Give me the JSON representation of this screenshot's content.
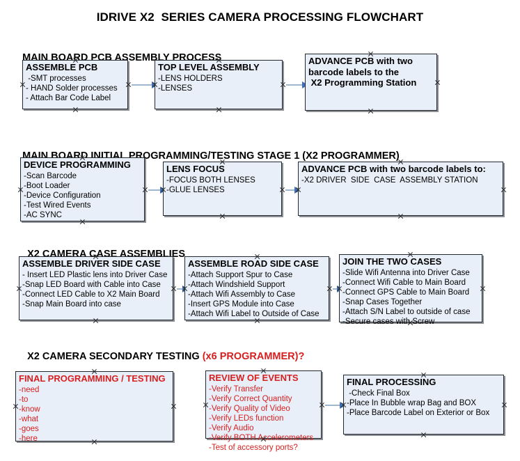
{
  "document": {
    "title": "IDRIVE X2  SERIES CAMERA PROCESSING FLOWCHART"
  },
  "colors": {
    "box_fill": "#e9eff8",
    "box_border": "#23272e",
    "accent_red": "#d62020",
    "connector_line": "#9fb7ce",
    "connector_arrow": "#3f6fb5"
  },
  "sections": [
    {
      "heading": "MAIN BOARD PCB ASSEMBLY PROCESS",
      "heading_accent": "",
      "boxes": [
        {
          "title": "ASSEMBLE PCB",
          "lines": [
            " -SMT processes",
            "- HAND Solder processes",
            "- Attach Bar Code Label"
          ]
        },
        {
          "title": "TOP LEVEL ASSEMBLY",
          "lines": [
            "-LENS HOLDERS",
            "-LENSES"
          ]
        },
        {
          "title": "ADVANCE PCB with two",
          "lines": [
            "barcode labels to the",
            " X2 Programming Station"
          ]
        }
      ]
    },
    {
      "heading": "MAIN BOARD INITIAL PROGRAMMING/TESTING STAGE 1 (X2 PROGRAMMER)",
      "heading_accent": "",
      "boxes": [
        {
          "title": "DEVICE PROGRAMMING",
          "lines": [
            "-Scan Barcode",
            "-Boot Loader",
            "-Device Configuration",
            "-Test Wired Events",
            "-AC SYNC"
          ]
        },
        {
          "title": "LENS FOCUS",
          "lines": [
            "-FOCUS BOTH LENSES",
            "-GLUE LENSES"
          ]
        },
        {
          "title": "ADVANCE PCB with two barcode labels to:",
          "lines": [
            "-X2 DRIVER  SIDE  CASE  ASSEMBLY STATION"
          ]
        }
      ]
    },
    {
      "heading": "X2 CAMERA CASE ASSEMBLIES",
      "heading_accent": "",
      "boxes": [
        {
          "title": "ASSEMBLE DRIVER SIDE CASE",
          "lines": [
            "- Insert LED Plastic lens into Driver Case",
            "-Snap LED Board with Cable into Case",
            "-Connect LED Cable to X2 Main Board",
            "-Snap Main Board into case"
          ]
        },
        {
          "title": "ASSEMBLE ROAD SIDE CASE",
          "lines": [
            "-Attach Support Spur to Case",
            "-Attach Windshield Support",
            "-Attach Wifi Assembly to Case",
            "-Insert GPS Module into Case",
            "-Attach Wifi Label to Outside of Case"
          ]
        },
        {
          "title": "JOIN THE TWO CASES",
          "lines": [
            "-Slide Wifi Antenna into Driver Case",
            "-Connect Wifi Cable to Main Board",
            "-Connect GPS Cable to Main Board",
            "-Snap Cases Together",
            "-Attach S/N Label to outside of case",
            "-Secure cases with Screw"
          ]
        }
      ]
    },
    {
      "heading": "X2 CAMERA SECONDARY TESTING ",
      "heading_accent": "(x6 PROGRAMMER)?",
      "boxes": [
        {
          "title": "FINAL PROGRAMMING / TESTING",
          "lines": [
            "-need",
            "-to",
            "-know",
            "-what",
            "-goes",
            "-here"
          ]
        },
        {
          "title": "REVIEW OF EVENTS",
          "lines": [
            "-Verify Transfer",
            "-Verify Correct Quantity",
            "-Verify Quality of Video",
            "-Verify LEDs function",
            "-Verify Audio",
            "-Verify BOTH Accelerometers",
            "-Test of accessory ports?"
          ]
        },
        {
          "title": "FINAL PROCESSING",
          "lines": [
            " -Check Final Box",
            "-Place In Bubble wrap Bag and BOX",
            "-Place Barcode Label on Exterior or Box"
          ]
        }
      ]
    }
  ]
}
